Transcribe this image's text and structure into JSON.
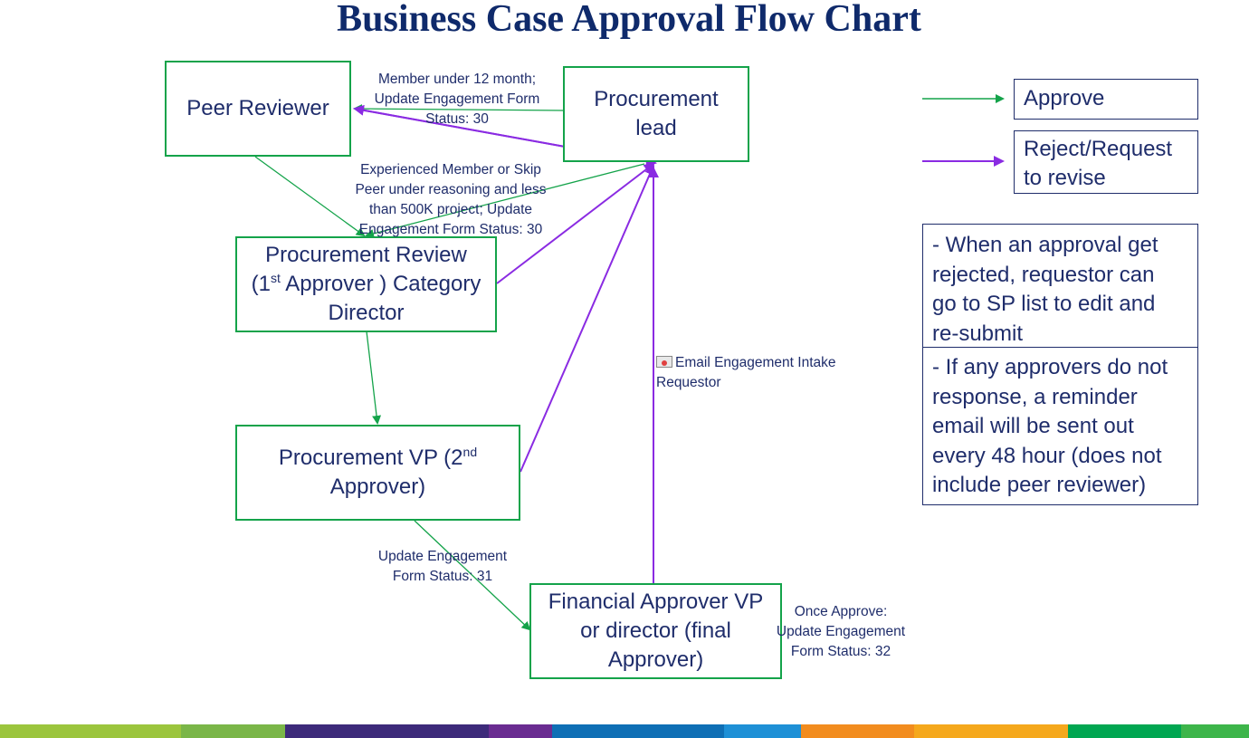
{
  "title": "Business Case Approval Flow Chart",
  "nodes": {
    "peer_reviewer": "Peer Reviewer",
    "procurement_lead": {
      "line1": "Procurement",
      "line2": "lead"
    },
    "procurement_review": {
      "line1": "Procurement Review",
      "pre": "(1",
      "sup": "st",
      "post": " Approver ) Category",
      "line3": "Director"
    },
    "procurement_vp": {
      "pre": "Procurement VP (2",
      "sup": "nd",
      "line2": "Approver)"
    },
    "financial_approver": {
      "line1": "Financial Approver VP",
      "line2": "or director (final",
      "line3": "Approver)"
    }
  },
  "edge_labels": {
    "member_under": [
      "Member under 12 month;",
      "Update Engagement Form",
      "Status: 30"
    ],
    "experienced": [
      "Experienced Member or Skip",
      "Peer under reasoning and less",
      "than 500K project; Update",
      "Engagement Form Status: 30"
    ],
    "email": [
      "Email Engagement Intake",
      "Requestor"
    ],
    "update31": [
      "Update Engagement",
      "Form Status: 31"
    ],
    "once_approve": [
      "Once Approve:",
      "Update Engagement",
      "Form Status: 32"
    ]
  },
  "legend": {
    "approve": "Approve",
    "reject": [
      "Reject/Request",
      "to revise"
    ]
  },
  "notes": [
    [
      "- When an approval get",
      "rejected, requestor can",
      "go to SP list to edit and",
      "re-submit"
    ],
    [
      "- If any approvers do not",
      "response, a reminder",
      "email will be sent out",
      "every 48 hour (does not",
      "include peer reviewer)"
    ]
  ],
  "colors": {
    "approve": "#14a34a",
    "reject": "#8a2be2",
    "title": "#0f2a6b",
    "text": "#1f2d6b"
  },
  "icons": [
    "email-icon"
  ]
}
